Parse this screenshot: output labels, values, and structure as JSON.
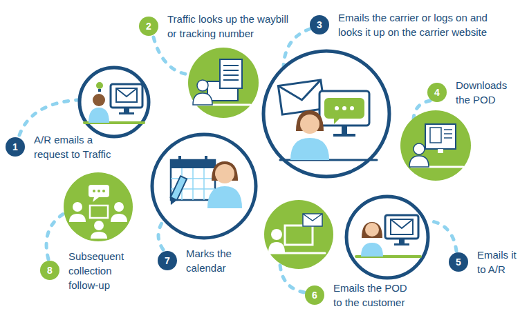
{
  "diagram": {
    "nodes": [
      {
        "text": [
          "1",
          "A/R emails a request to Traffic"
        ]
      },
      {
        "text": [
          "2",
          "Traffic looks up the waybill or tracking number"
        ]
      },
      {
        "text": [
          "3",
          "Emails the carrier or logs on and looks it up on the carrier website"
        ]
      },
      {
        "text": [
          "4",
          "Downloads the POD"
        ]
      },
      {
        "text": [
          "5",
          "Emails it to A/R"
        ]
      },
      {
        "text": [
          "6",
          "Emails the POD to the customer"
        ]
      },
      {
        "text": [
          "7",
          "Marks the calendar"
        ]
      },
      {
        "text": [
          "8",
          "Subsequent collection follow-up"
        ]
      }
    ]
  }
}
